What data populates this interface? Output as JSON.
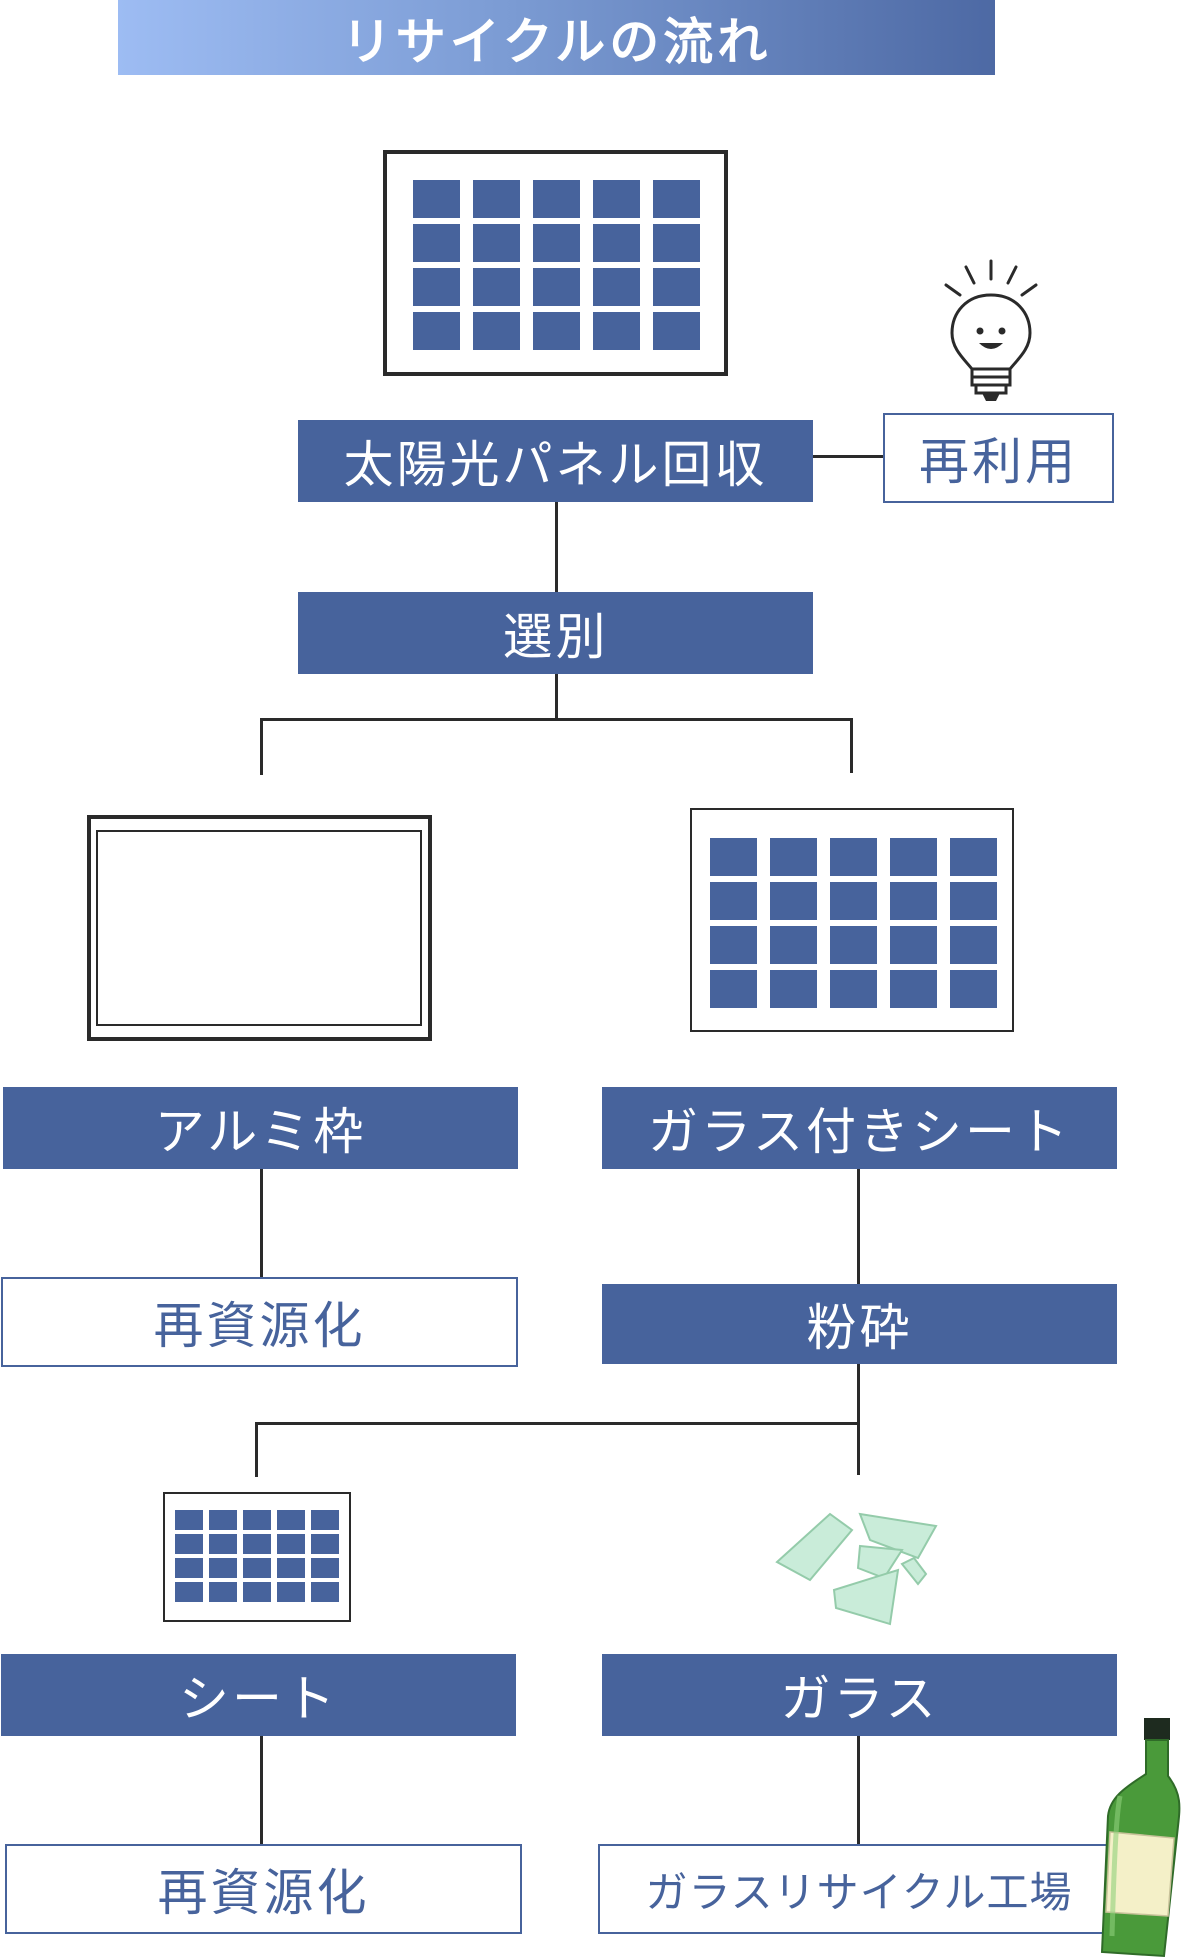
{
  "title": "リサイクルの流れ",
  "nodes": {
    "collection": "太陽光パネル回収",
    "reuse": "再利用",
    "sorting": "選別",
    "aluminum_frame": "アルミ枠",
    "glass_sheet": "ガラス付きシート",
    "recycle_left": "再資源化",
    "crushing": "粉砕",
    "sheet": "シート",
    "glass": "ガラス",
    "recycle_bottom": "再資源化",
    "glass_factory": "ガラスリサイクル工場"
  },
  "icons": {
    "panel_top": "solar-panel-icon",
    "bulb": "lightbulb-icon",
    "frame": "aluminum-frame-icon",
    "panel_mid": "glass-sheet-panel-icon",
    "panel_small": "sheet-icon",
    "shards": "glass-shards-icon",
    "bottle": "glass-bottle-icon"
  },
  "colors": {
    "box_fill": "#47639c",
    "box_text": "#ffffff",
    "outline_text": "#47639c",
    "line": "#2a2a2a"
  }
}
